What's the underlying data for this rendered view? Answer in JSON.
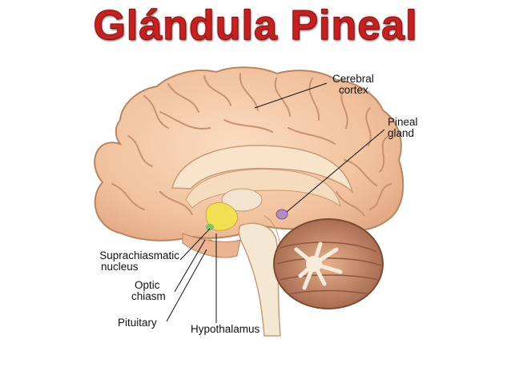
{
  "title": "Glándula Pineal",
  "labels": {
    "cerebral_cortex": [
      "Cerebral",
      "cortex"
    ],
    "pineal_gland": [
      "Pineal",
      "gland"
    ],
    "suprachiasmatic_nucleus": [
      "Suprachiasmatic",
      "nucleus"
    ],
    "optic_chiasm": [
      "Optic",
      "chiasm"
    ],
    "pituitary": "Pituitary",
    "hypothalamus": "Hypothalamus"
  },
  "colors": {
    "title": "#c8201f",
    "brain": "#f3c8a6",
    "brain_outline": "#b7865f",
    "cerebellum": "#b77a5a",
    "hypothalamus": "#f2df52",
    "pineal": "#b38ac4",
    "brainstem": "#f5e8d2"
  }
}
